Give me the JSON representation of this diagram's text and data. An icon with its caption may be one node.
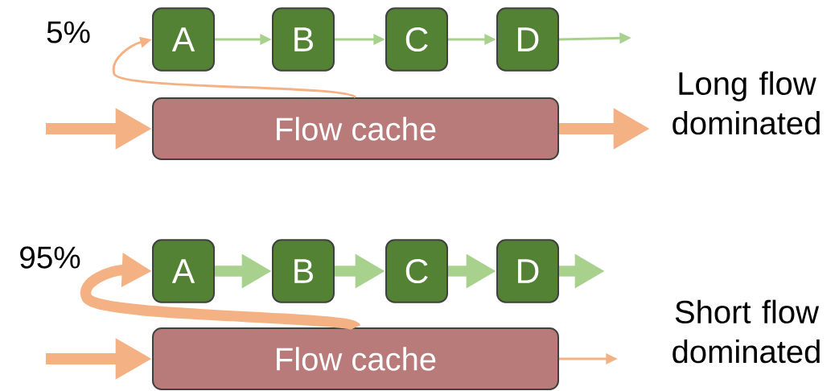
{
  "diagram": {
    "nodes": [
      {
        "text": [
          "A"
        ]
      },
      {
        "text": [
          "B"
        ]
      },
      {
        "text": [
          "C"
        ]
      },
      {
        "text": [
          "D"
        ]
      },
      {
        "text": [
          "Flow cache"
        ]
      },
      {
        "text": [
          "A"
        ]
      },
      {
        "text": [
          "B"
        ]
      },
      {
        "text": [
          "C"
        ]
      },
      {
        "text": [
          "D"
        ]
      },
      {
        "text": [
          "Flow cache"
        ]
      }
    ],
    "edges": [
      {
        "from": 0,
        "to": 1,
        "arrow": "to"
      },
      {
        "from": 1,
        "to": 2,
        "arrow": "to"
      },
      {
        "from": 2,
        "to": 3,
        "arrow": "to"
      },
      {
        "from": 3,
        "to": null,
        "arrow": "to"
      },
      {
        "from": null,
        "to": 4,
        "arrow": "to",
        "color": "#f4b183"
      },
      {
        "from": 4,
        "to": null,
        "arrow": "to",
        "color": "#f4b183"
      },
      {
        "from": 4,
        "to": 0,
        "arrow": "to",
        "color": "#f4b183",
        "label": "5%"
      },
      {
        "from": 5,
        "to": 6,
        "arrow": "to"
      },
      {
        "from": 6,
        "to": 7,
        "arrow": "to"
      },
      {
        "from": 7,
        "to": 8,
        "arrow": "to"
      },
      {
        "from": 8,
        "to": null,
        "arrow": "to"
      },
      {
        "from": null,
        "to": 9,
        "arrow": "to",
        "color": "#f4b183"
      },
      {
        "from": 9,
        "to": null,
        "arrow": "to",
        "color": "#f4b183"
      },
      {
        "from": 9,
        "to": 5,
        "arrow": "to",
        "color": "#f4b183",
        "label": "95%"
      }
    ],
    "labels": [
      "Long flow dominated",
      "Short flow dominated"
    ]
  }
}
